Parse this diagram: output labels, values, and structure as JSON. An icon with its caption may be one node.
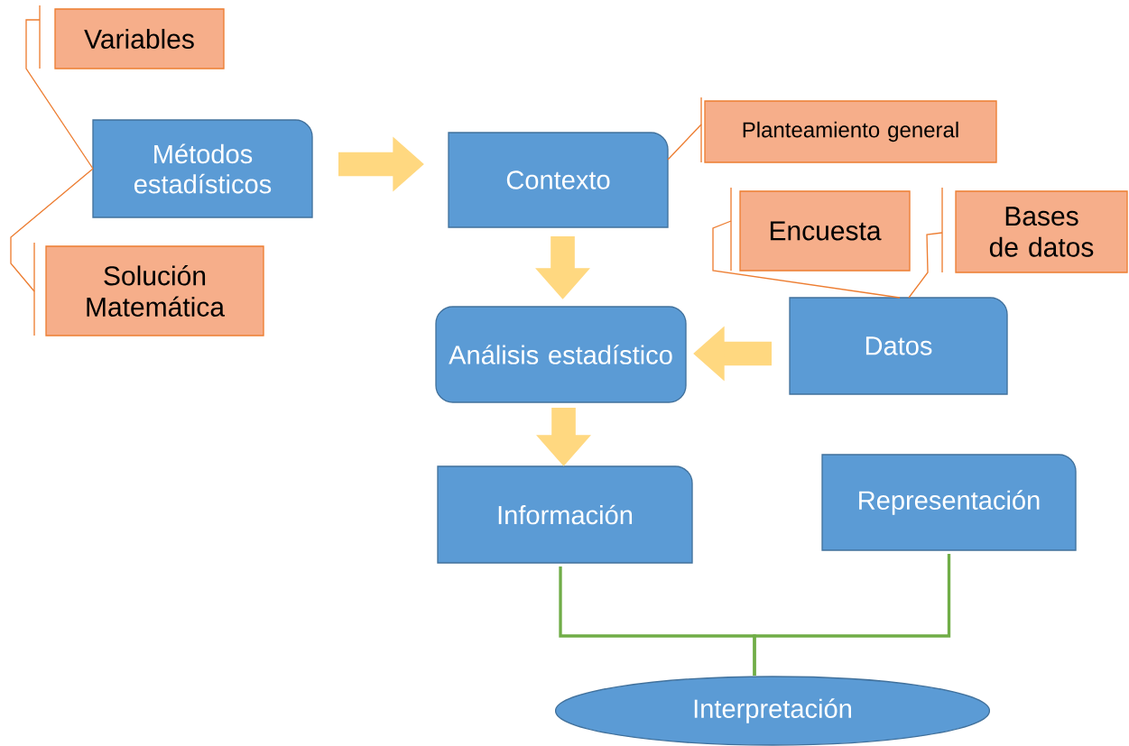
{
  "diagram": {
    "nodes": [
      {
        "text": [
          "Variables"
        ]
      },
      {
        "text": [
          "Métodos estadísticos"
        ]
      },
      {
        "text": [
          "Solución Matemática"
        ]
      },
      {
        "text": [
          "Contexto"
        ]
      },
      {
        "text": [
          "Planteamiento general"
        ]
      },
      {
        "text": [
          "Encuesta"
        ]
      },
      {
        "text": [
          "Bases de datos"
        ]
      },
      {
        "text": [
          "Análisis estadístico"
        ]
      },
      {
        "text": [
          "Datos"
        ]
      },
      {
        "text": [
          "Información"
        ]
      },
      {
        "text": [
          "Representación"
        ]
      },
      {
        "text": [
          "Interpretación"
        ]
      }
    ],
    "edges": [
      {
        "from": 0,
        "to": 1,
        "arrow": "none",
        "color": "#ed7d31"
      },
      {
        "from": 2,
        "to": 1,
        "arrow": "none",
        "color": "#ed7d31"
      },
      {
        "from": 4,
        "to": 3,
        "arrow": "none",
        "color": "#ed7d31"
      },
      {
        "from": 5,
        "to": 8,
        "arrow": "none",
        "color": "#ed7d31"
      },
      {
        "from": 6,
        "to": 8,
        "arrow": "none",
        "color": "#ed7d31"
      },
      {
        "from": 1,
        "to": 3,
        "arrow": "to",
        "style": "thick",
        "color": "#ffd880"
      },
      {
        "from": 3,
        "to": 7,
        "arrow": "to",
        "style": "thick",
        "color": "#ffd880"
      },
      {
        "from": 8,
        "to": 7,
        "arrow": "to",
        "style": "thick",
        "color": "#ffd880"
      },
      {
        "from": 7,
        "to": 9,
        "arrow": "to",
        "style": "thick",
        "color": "#ffd880"
      },
      {
        "from": 9,
        "to": 11,
        "arrow": "none",
        "color": "#70ad47"
      },
      {
        "from": 10,
        "to": 11,
        "arrow": "none",
        "color": "#70ad47"
      }
    ]
  }
}
